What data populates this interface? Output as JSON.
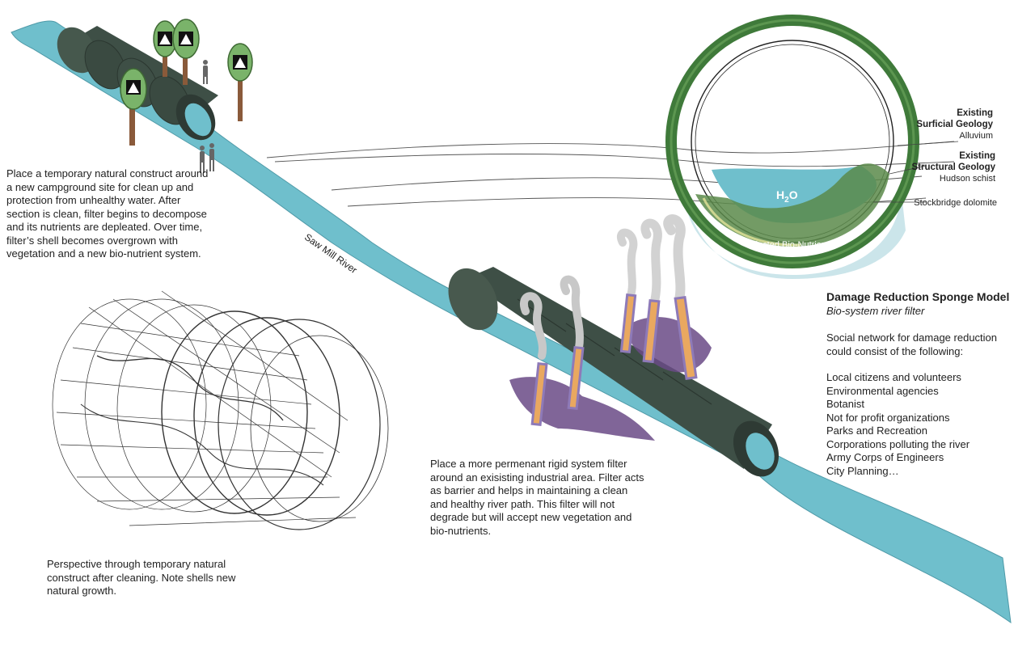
{
  "campground_text": "Place a temporary natural construct around a new campground site for clean up and protection from unhealthy water. After section is clean, filter begins to decompose and its nutrients are depleated. Over time, filter’s shell becomes overgrown with vegetation and a new bio-nutrient system.",
  "river_label": "Saw Mill River",
  "perspective_text": "Perspective through temporary natural construct after cleaning. Note shells new natural growth.",
  "industrial_text": "Place a more permenant rigid system filter around an exisisting industrial area. Filter acts as barrier and helps in maintaining a clean and healthy river path. This filter will not degrade but will accept new vegetation and bio-nutrients.",
  "geology": {
    "surficial_l1": "Existing",
    "surficial_l2": "Surficial Geology",
    "surficial_value": "Alluvium",
    "structural_l1": "Existing",
    "structural_l2": "Structural Geology",
    "structural_value": "Hudson schist",
    "bedrock_value": "Stockbridge dolomite"
  },
  "section": {
    "water_label_main": "H",
    "water_label_sub": "2",
    "water_label_end": "O",
    "nutrients_label": "Injected Bio-Nutrients"
  },
  "model": {
    "title": "Damage Reduction Sponge Model",
    "subtitle": "Bio-system river filter",
    "intro": "Social network for damage reduction could consist of the following:",
    "members": [
      "Local citizens and volunteers",
      "Environmental agencies",
      "Botanist",
      "Not for profit organizations",
      "Parks and Recreation",
      "Corporations polluting the river",
      "Army Corps of Engineers",
      "City Planning…"
    ]
  },
  "colors": {
    "river": "#6fbfcc",
    "filter_shell": "#3e4f46",
    "ring": "#3f7a3a",
    "tree_canopy": "#7ab36a",
    "smoke": "#c8c8c8",
    "chimney": "#8e7ab8",
    "pollution": "#6a4a86"
  },
  "icons": [
    "tent-icon",
    "person-icon",
    "chimney-icon",
    "tree-icon"
  ]
}
